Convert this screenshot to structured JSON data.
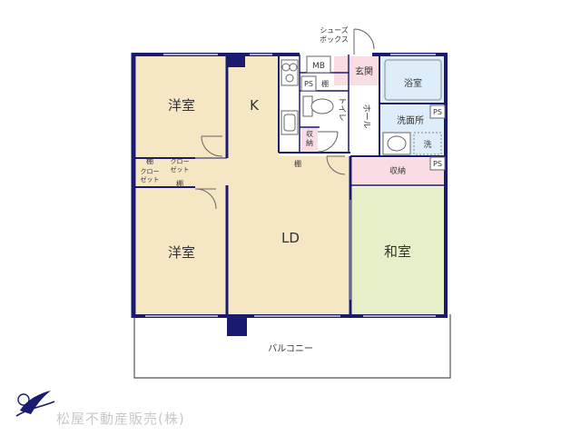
{
  "plan": {
    "colors": {
      "wall": "#1a1a6e",
      "western_room": "#f5e6c4",
      "japanese_room": "#e6efc8",
      "wet_area": "#ddeefa",
      "storage": "#fadde4",
      "floor_white": "#ffffff",
      "balcony_line": "#555555"
    },
    "rooms": {
      "western_top": "洋室",
      "kitchen": "K",
      "western_bottom": "洋室",
      "ld": "LD",
      "japanese": "和室",
      "bath": "浴室",
      "washroom": "洗面所",
      "entrance": "玄関",
      "hall": "ホール",
      "toilet": "トイレ"
    },
    "labels": {
      "mb": "MB",
      "ps": "PS",
      "shelf": "棚",
      "storage": "収納",
      "storage_v": "収\n納",
      "closet": "クロー\nゼット",
      "shoe_box": "シューズ\nボックス",
      "wash": "洗",
      "balcony": "バルコニー"
    },
    "watermark": "松屋不動産販売(株)",
    "logo_icon": "bird-logo-icon"
  }
}
